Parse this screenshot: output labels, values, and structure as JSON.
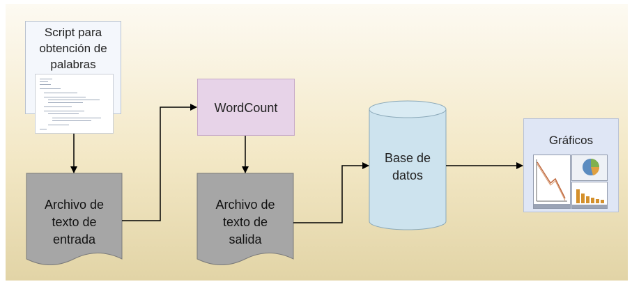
{
  "nodes": {
    "script": {
      "label": "Script para\nobtención de\npalabras"
    },
    "input_file": {
      "label": "Archivo de\ntexto de\nentrada"
    },
    "wordcount": {
      "label": "WordCount"
    },
    "output_file": {
      "label": "Archivo de\ntexto de\nsalida"
    },
    "database": {
      "label": "Base de\ndatos"
    },
    "charts": {
      "label": "Gráficos"
    }
  },
  "colors": {
    "document_fill": "#a6a6a6",
    "wordcount_fill": "#e7d3e8",
    "database_fill": "#cde3ee",
    "charts_fill": "#dfe6f5",
    "connector": "#000000"
  }
}
